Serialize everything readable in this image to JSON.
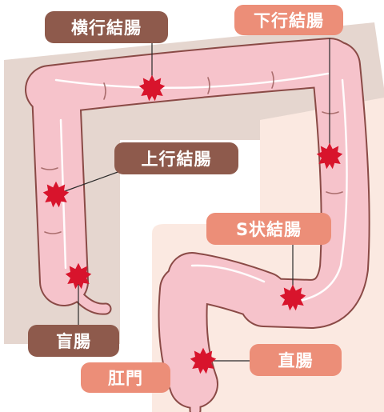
{
  "colors": {
    "label_dark": "#8e5a4c",
    "label_light": "#ec8e78",
    "panel_brown": "#e5d6cf",
    "panel_pink": "#fbe9e1",
    "colon_fill": "#f6c3cb",
    "colon_stroke": "#8a4a46",
    "lesion": "#d8142c"
  },
  "labels": {
    "transverse_colon": "横行結腸",
    "descending_colon": "下行結腸",
    "ascending_colon": "上行結腸",
    "sigmoid_colon": "S状結腸",
    "cecum": "盲腸",
    "anus": "肛門",
    "rectum": "直腸"
  }
}
